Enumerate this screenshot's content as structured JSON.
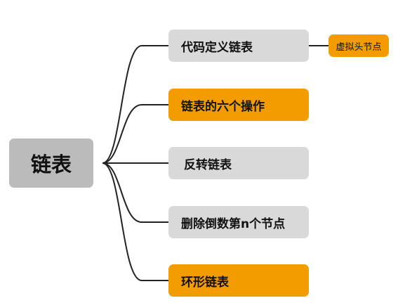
{
  "colors": {
    "root_fill": "#bbbbbb",
    "branch_fill": "#d9d9d9",
    "highlight_fill": "#f39c00",
    "connector": "#222222"
  },
  "mindmap": {
    "root": {
      "label": "链表"
    },
    "branches": [
      {
        "label": "代码定义链表",
        "highlighted": false
      },
      {
        "label": "链表的六个操作",
        "highlighted": true
      },
      {
        "label": "反转链表",
        "highlighted": false
      },
      {
        "label": "删除倒数第n个节点",
        "highlighted": false
      },
      {
        "label": "环形链表",
        "highlighted": true
      }
    ],
    "leaf": {
      "label": "虚拟头节点",
      "parent_branch": "代码定义链表",
      "highlighted": true
    }
  }
}
